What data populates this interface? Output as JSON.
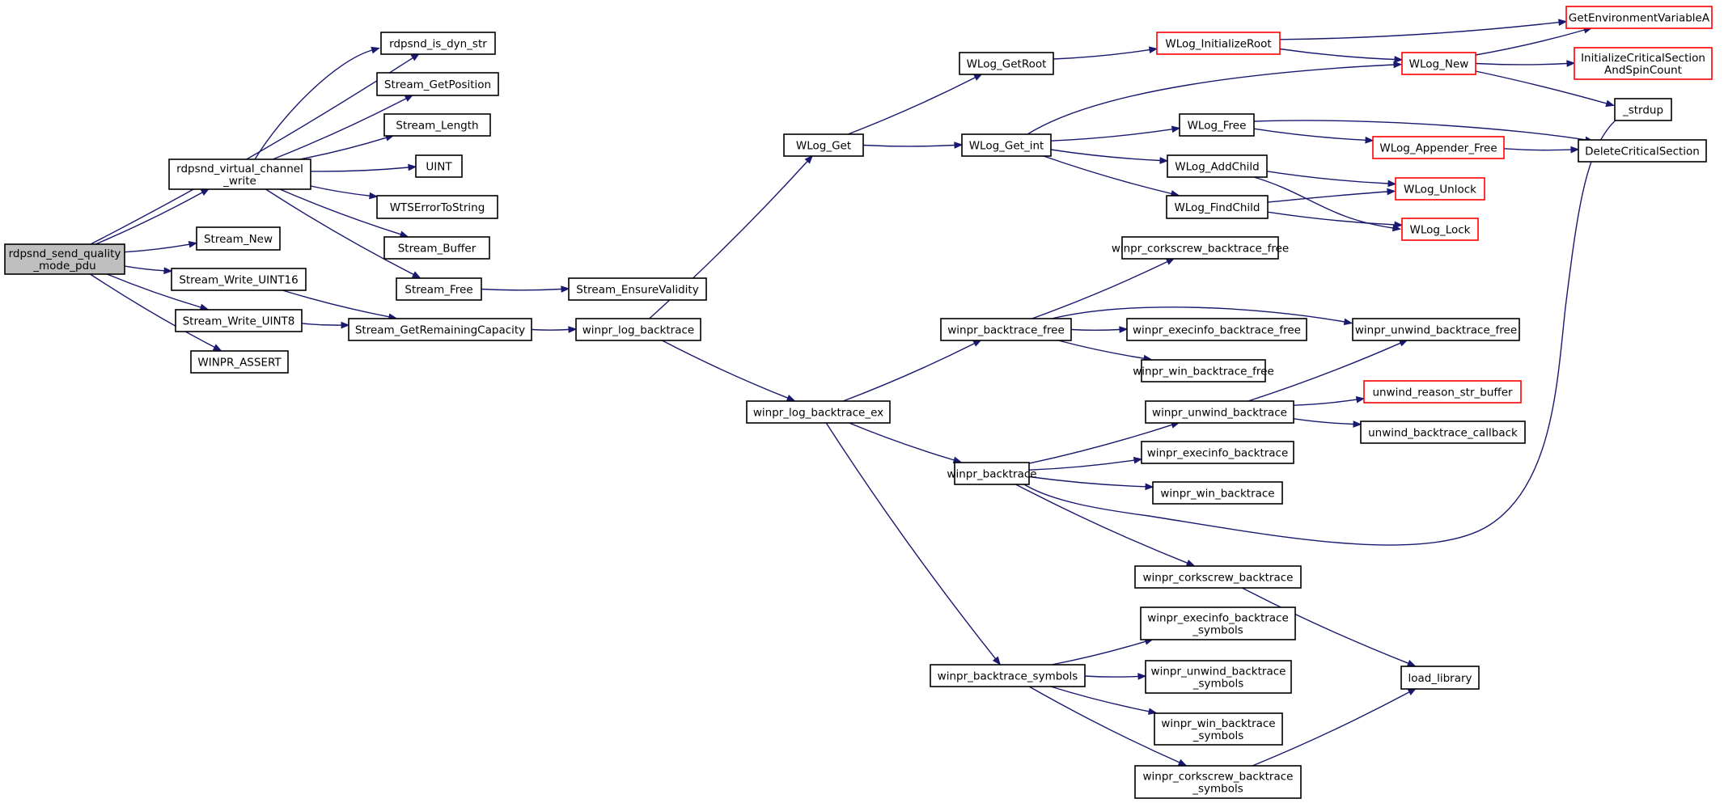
{
  "colors": {
    "edge": "#191970",
    "node_border": "#000000",
    "node_border_truncated": "#ff0000",
    "root_fill": "#bfbfbf"
  },
  "nodes": {
    "root": {
      "lines": [
        "rdpsnd_send_quality",
        "_mode_pdu"
      ],
      "truncated": false,
      "root": true
    },
    "is_dyn": {
      "lines": [
        "rdpsnd_is_dyn_str"
      ],
      "truncated": false
    },
    "get_pos": {
      "lines": [
        "Stream_GetPosition"
      ],
      "truncated": false
    },
    "length": {
      "lines": [
        "Stream_Length"
      ],
      "truncated": false
    },
    "uint": {
      "lines": [
        "UINT"
      ],
      "truncated": false
    },
    "wts": {
      "lines": [
        "WTSErrorToString"
      ],
      "truncated": false
    },
    "buffer": {
      "lines": [
        "Stream_Buffer"
      ],
      "truncated": false
    },
    "s_free": {
      "lines": [
        "Stream_Free"
      ],
      "truncated": false
    },
    "vcw": {
      "lines": [
        "rdpsnd_virtual_channel",
        "_write"
      ],
      "truncated": false
    },
    "s_new": {
      "lines": [
        "Stream_New"
      ],
      "truncated": false
    },
    "w16": {
      "lines": [
        "Stream_Write_UINT16"
      ],
      "truncated": false
    },
    "w8": {
      "lines": [
        "Stream_Write_UINT8"
      ],
      "truncated": false
    },
    "assert": {
      "lines": [
        "WINPR_ASSERT"
      ],
      "truncated": false
    },
    "ensure": {
      "lines": [
        "Stream_EnsureValidity"
      ],
      "truncated": false
    },
    "remcap": {
      "lines": [
        "Stream_GetRemainingCapacity"
      ],
      "truncated": false
    },
    "logbt": {
      "lines": [
        "winpr_log_backtrace"
      ],
      "truncated": false
    },
    "wlog_get": {
      "lines": [
        "WLog_Get"
      ],
      "truncated": false
    },
    "logbtex": {
      "lines": [
        "winpr_log_backtrace_ex"
      ],
      "truncated": false
    },
    "getroot": {
      "lines": [
        "WLog_GetRoot"
      ],
      "truncated": false
    },
    "get_int": {
      "lines": [
        "WLog_Get_int"
      ],
      "truncated": false
    },
    "initroot": {
      "lines": [
        "WLog_InitializeRoot"
      ],
      "truncated": true
    },
    "getenv": {
      "lines": [
        "GetEnvironmentVariableA"
      ],
      "truncated": true
    },
    "wlog_new": {
      "lines": [
        "WLog_New"
      ],
      "truncated": true
    },
    "initcs": {
      "lines": [
        "InitializeCriticalSection",
        "AndSpinCount"
      ],
      "truncated": true
    },
    "strdup": {
      "lines": [
        "_strdup"
      ],
      "truncated": false
    },
    "wlog_free": {
      "lines": [
        "WLog_Free"
      ],
      "truncated": false
    },
    "app_free": {
      "lines": [
        "WLog_Appender_Free"
      ],
      "truncated": true
    },
    "delcs": {
      "lines": [
        "DeleteCriticalSection"
      ],
      "truncated": false
    },
    "addchild": {
      "lines": [
        "WLog_AddChild"
      ],
      "truncated": false
    },
    "findchild": {
      "lines": [
        "WLog_FindChild"
      ],
      "truncated": false
    },
    "unlock": {
      "lines": [
        "WLog_Unlock"
      ],
      "truncated": true
    },
    "lock": {
      "lines": [
        "WLog_Lock"
      ],
      "truncated": true
    },
    "bt_free": {
      "lines": [
        "winpr_backtrace_free"
      ],
      "truncated": false
    },
    "cs_bt_free": {
      "lines": [
        "winpr_corkscrew_backtrace_free"
      ],
      "truncated": false
    },
    "ex_bt_free": {
      "lines": [
        "winpr_execinfo_backtrace_free"
      ],
      "truncated": false
    },
    "un_bt_free": {
      "lines": [
        "winpr_unwind_backtrace_free"
      ],
      "truncated": false
    },
    "win_bt_free": {
      "lines": [
        "winpr_win_backtrace_free"
      ],
      "truncated": false
    },
    "unwind_bt": {
      "lines": [
        "winpr_unwind_backtrace"
      ],
      "truncated": false
    },
    "reason": {
      "lines": [
        "unwind_reason_str_buffer"
      ],
      "truncated": true
    },
    "callback": {
      "lines": [
        "unwind_backtrace_callback"
      ],
      "truncated": false
    },
    "bt": {
      "lines": [
        "winpr_backtrace"
      ],
      "truncated": false
    },
    "ex_bt": {
      "lines": [
        "winpr_execinfo_backtrace"
      ],
      "truncated": false
    },
    "win_bt": {
      "lines": [
        "winpr_win_backtrace"
      ],
      "truncated": false
    },
    "cs_bt": {
      "lines": [
        "winpr_corkscrew_backtrace"
      ],
      "truncated": false
    },
    "ex_sym": {
      "lines": [
        "winpr_execinfo_backtrace",
        "_symbols"
      ],
      "truncated": false
    },
    "un_sym": {
      "lines": [
        "winpr_unwind_backtrace",
        "_symbols"
      ],
      "truncated": false
    },
    "bt_sym": {
      "lines": [
        "winpr_backtrace_symbols"
      ],
      "truncated": false
    },
    "win_sym": {
      "lines": [
        "winpr_win_backtrace",
        "_symbols"
      ],
      "truncated": false
    },
    "load_lib": {
      "lines": [
        "load_library"
      ],
      "truncated": false
    },
    "cs_sym": {
      "lines": [
        "winpr_corkscrew_backtrace",
        "_symbols"
      ],
      "truncated": false
    }
  },
  "edges": [
    [
      "root",
      "is_dyn"
    ],
    [
      "root",
      "vcw"
    ],
    [
      "root",
      "s_new"
    ],
    [
      "root",
      "w16"
    ],
    [
      "root",
      "w8"
    ],
    [
      "root",
      "assert"
    ],
    [
      "vcw",
      "is_dyn"
    ],
    [
      "vcw",
      "get_pos"
    ],
    [
      "vcw",
      "length"
    ],
    [
      "vcw",
      "uint"
    ],
    [
      "vcw",
      "wts"
    ],
    [
      "vcw",
      "buffer"
    ],
    [
      "vcw",
      "s_free"
    ],
    [
      "s_free",
      "ensure"
    ],
    [
      "w16",
      "remcap"
    ],
    [
      "w8",
      "remcap"
    ],
    [
      "remcap",
      "logbt"
    ],
    [
      "logbt",
      "wlog_get"
    ],
    [
      "logbt",
      "logbtex"
    ],
    [
      "wlog_get",
      "getroot"
    ],
    [
      "wlog_get",
      "get_int"
    ],
    [
      "getroot",
      "initroot"
    ],
    [
      "initroot",
      "getenv"
    ],
    [
      "initroot",
      "wlog_new"
    ],
    [
      "wlog_new",
      "getenv"
    ],
    [
      "wlog_new",
      "initcs"
    ],
    [
      "wlog_new",
      "strdup"
    ],
    [
      "get_int",
      "wlog_new"
    ],
    [
      "get_int",
      "wlog_free"
    ],
    [
      "get_int",
      "addchild"
    ],
    [
      "get_int",
      "findchild"
    ],
    [
      "wlog_free",
      "app_free"
    ],
    [
      "wlog_free",
      "delcs"
    ],
    [
      "app_free",
      "delcs"
    ],
    [
      "addchild",
      "unlock"
    ],
    [
      "addchild",
      "lock"
    ],
    [
      "findchild",
      "unlock"
    ],
    [
      "findchild",
      "lock"
    ],
    [
      "logbtex",
      "bt_free"
    ],
    [
      "logbtex",
      "bt"
    ],
    [
      "logbtex",
      "bt_sym"
    ],
    [
      "bt_free",
      "cs_bt_free"
    ],
    [
      "bt_free",
      "ex_bt_free"
    ],
    [
      "bt_free",
      "un_bt_free"
    ],
    [
      "bt_free",
      "win_bt_free"
    ],
    [
      "unwind_bt",
      "un_bt_free"
    ],
    [
      "unwind_bt",
      "reason"
    ],
    [
      "unwind_bt",
      "callback"
    ],
    [
      "bt",
      "unwind_bt"
    ],
    [
      "bt",
      "ex_bt"
    ],
    [
      "bt",
      "win_bt"
    ],
    [
      "bt",
      "strdup"
    ],
    [
      "bt",
      "cs_bt"
    ],
    [
      "cs_bt",
      "load_lib"
    ],
    [
      "bt_sym",
      "ex_sym"
    ],
    [
      "bt_sym",
      "un_sym"
    ],
    [
      "bt_sym",
      "win_sym"
    ],
    [
      "bt_sym",
      "cs_sym"
    ],
    [
      "cs_sym",
      "load_lib"
    ]
  ]
}
